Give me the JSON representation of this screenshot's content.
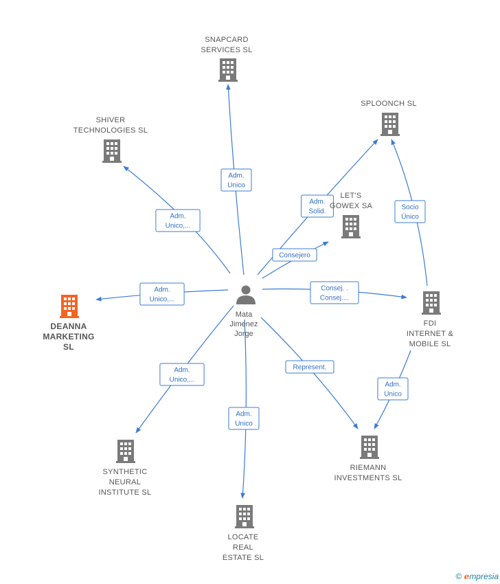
{
  "person": {
    "name": "Mata\nJimenez\nJorge",
    "icon": "person-icon"
  },
  "companies": [
    {
      "id": "snapcard",
      "name": "SNAPCARD\nSERVICES  SL",
      "highlight": false
    },
    {
      "id": "splooch",
      "name": "SPLOONCH SL",
      "highlight": false
    },
    {
      "id": "shiver",
      "name": "SHIVER\nTECHNOLOGIES SL",
      "highlight": false
    },
    {
      "id": "lets",
      "name": "LET'S\nGOWEX SA",
      "highlight": false
    },
    {
      "id": "deanna",
      "name": "DEANNA\nMARKETING\nSL",
      "highlight": true
    },
    {
      "id": "fdi",
      "name": "FDI\nINTERNET &\nMOBILE  SL",
      "highlight": false
    },
    {
      "id": "synthetic",
      "name": "SYNTHETIC\nNEURAL\nINSTITUTE  SL",
      "highlight": false
    },
    {
      "id": "riemann",
      "name": "RIEMANN\nINVESTMENTS SL",
      "highlight": false
    },
    {
      "id": "locate",
      "name": "LOCATE\nREAL\nESTATE  SL",
      "highlight": false
    }
  ],
  "relations": [
    {
      "from": "person",
      "to": "snapcard",
      "label": [
        "Adm.",
        "Unico"
      ]
    },
    {
      "from": "person",
      "to": "shiver",
      "label": [
        "Adm.",
        "Unico,..."
      ]
    },
    {
      "from": "person",
      "to": "splooch",
      "label": [
        "Adm.",
        "Solid."
      ]
    },
    {
      "from": "person",
      "to": "lets",
      "label": [
        "Consejero"
      ]
    },
    {
      "from": "person",
      "to": "deanna",
      "label": [
        "Adm.",
        "Unico,..."
      ]
    },
    {
      "from": "person",
      "to": "fdi",
      "label": [
        "Consej. .",
        "Consej...."
      ]
    },
    {
      "from": "person",
      "to": "synthetic",
      "label": [
        "Adm.",
        "Unico,..."
      ]
    },
    {
      "from": "person",
      "to": "locate",
      "label": [
        "Adm.",
        "Unico"
      ]
    },
    {
      "from": "person",
      "to": "riemann",
      "label": [
        "Represent."
      ]
    },
    {
      "from": "fdi",
      "to": "splooch",
      "label": [
        "Socio",
        "Único"
      ]
    },
    {
      "from": "fdi",
      "to": "riemann",
      "label": [
        "Adm.",
        "Unico"
      ]
    }
  ],
  "colors": {
    "edge": "#3a7bd5",
    "building": "#7a7a7a",
    "highlight": "#f26522",
    "person": "#777777"
  },
  "footer": {
    "copyright": "©",
    "brand_initial": "e",
    "brand_rest": "mpresia"
  }
}
